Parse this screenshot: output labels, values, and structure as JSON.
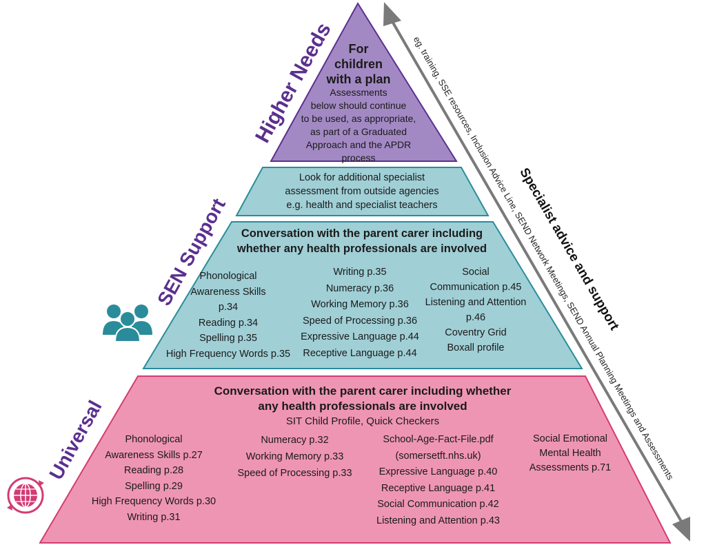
{
  "colors": {
    "higher_needs": "#a389c4",
    "higher_needs_text": "#5b2f8f",
    "sen_support": "#a0cfd6",
    "sen_border": "#2a8c9a",
    "universal": "#ef95b4",
    "universal_border": "#d33b73",
    "arrow": "#7a7a7a"
  },
  "icons": {
    "sen": "people-group-icon",
    "universal": "globe-refresh-icon"
  },
  "tiers": {
    "higher_needs": {
      "label": "Higher Needs",
      "title_line1": "For",
      "title_line2": "children",
      "title_line3": "with a plan",
      "body": [
        "Assessments",
        "below should continue",
        "to be used, as appropriate,",
        "as part of a Graduated",
        "Approach and the APDR process"
      ]
    },
    "specialist_band": {
      "lines": [
        "Look for additional specialist",
        "assessment from outside agencies",
        "e.g. health and specialist teachers"
      ]
    },
    "sen_support": {
      "label": "SEN Support",
      "heading_line1": "Conversation with the parent carer including",
      "heading_line2": "whether any health professionals are involved",
      "col1": [
        "Phonological",
        "Awareness Skills",
        "p.34",
        "Reading p.34",
        "Spelling p.35",
        "High Frequency Words p.35"
      ],
      "col2": [
        "Writing p.35",
        "Numeracy p.36",
        "Working Memory p.36",
        "Speed of Processing p.36",
        "Expressive Language p.44",
        "Receptive Language p.44"
      ],
      "col3": [
        "Social",
        "Communication p.45",
        "Listening and Attention",
        "p.46",
        "Coventry Grid",
        "Boxall profile"
      ]
    },
    "universal": {
      "label": "Universal",
      "heading_line1": "Conversation with the parent carer including whether",
      "heading_line2": "any health professionals are involved",
      "subheading": "SIT Child Profile, Quick Checkers",
      "col1": [
        "Phonological",
        "Awareness Skills p.27",
        "Reading p.28",
        "Spelling p.29",
        "High Frequency Words p.30",
        "Writing p.31"
      ],
      "col2": [
        "Numeracy p.32",
        "Working Memory p.33",
        "Speed of Processing p.33"
      ],
      "col3": [
        "School-Age-Fact-File.pdf",
        "(somersetft.nhs.uk)",
        "Expressive Language p.40",
        "Receptive Language p.41",
        "Social Communication p.42",
        "Listening and Attention p.43"
      ],
      "col4": [
        "Social Emotional",
        "Mental Health",
        "Assessments p.71"
      ]
    }
  },
  "side": {
    "heading": "Specialist advice and support",
    "examples": "eg. training, SSE resources, Inclusion Advice Line, SEND Network Meetings, SEND Annual Planning Meetings and Assessments"
  }
}
